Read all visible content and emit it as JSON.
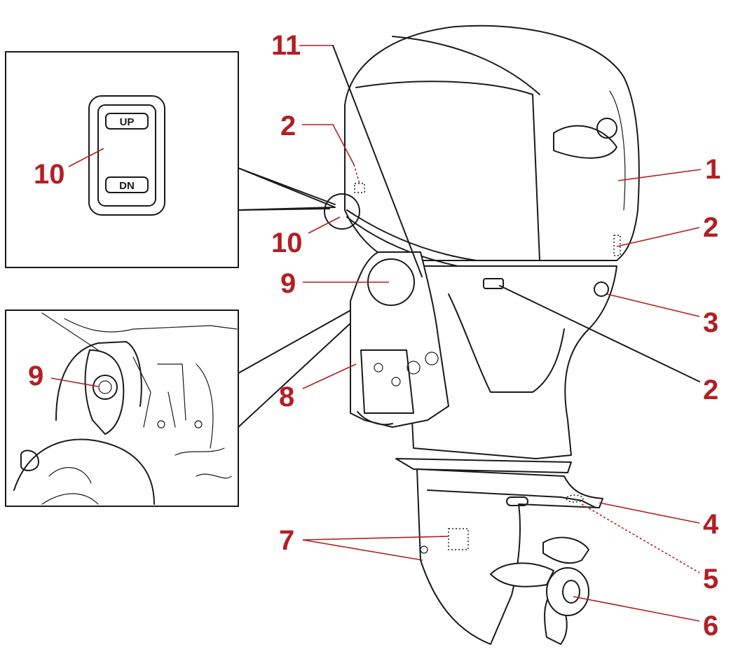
{
  "inset_top": {
    "switch_up_label": "UP",
    "switch_down_label": "DN"
  },
  "callouts": {
    "c1": "1",
    "c2a": "2",
    "c2b": "2",
    "c2c": "2",
    "c3": "3",
    "c4": "4",
    "c5": "5",
    "c6": "6",
    "c7": "7",
    "c8": "8",
    "c9_main": "9",
    "c9_inset": "9",
    "c10_main": "10",
    "c10_inset": "10",
    "c11": "11"
  },
  "colors": {
    "callout": "#b21f24",
    "ink": "#1a1a1a",
    "background": "#ffffff"
  }
}
